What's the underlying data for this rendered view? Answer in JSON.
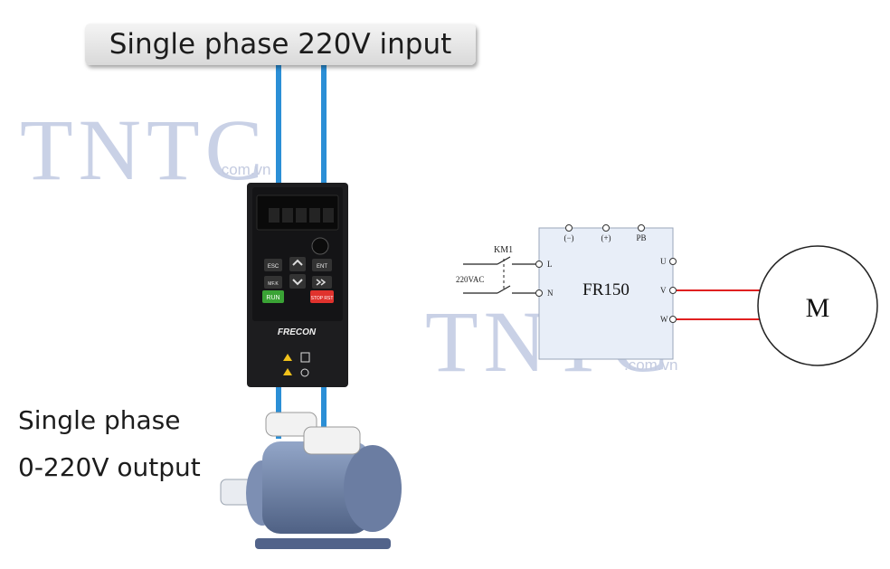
{
  "input_label": "Single phase 220V input",
  "output_label": [
    "Single phase",
    "0-220V output"
  ],
  "watermark": {
    "main": "TNTC",
    "sub": ".com.vn"
  },
  "inverter": {
    "brand": "FRECON",
    "keys": [
      "ESC",
      "ENT",
      "MF.K",
      "RUN",
      "STOP RST"
    ],
    "display_color": "#1b1b1b",
    "run_color": "#3aa335",
    "stop_color": "#e0322d"
  },
  "schematic": {
    "model": "FR150",
    "contactor": "KM1",
    "supply": "220VAC",
    "top_terminals": [
      "(−)",
      "(+)",
      "PB"
    ],
    "input_terminals": [
      "L",
      "N"
    ],
    "output_terminals": [
      "U",
      "V",
      "W"
    ],
    "motor": "M",
    "box_color": "#e8eef8",
    "wire_color": "#e02020"
  },
  "cable_color": "#2b8fd6"
}
